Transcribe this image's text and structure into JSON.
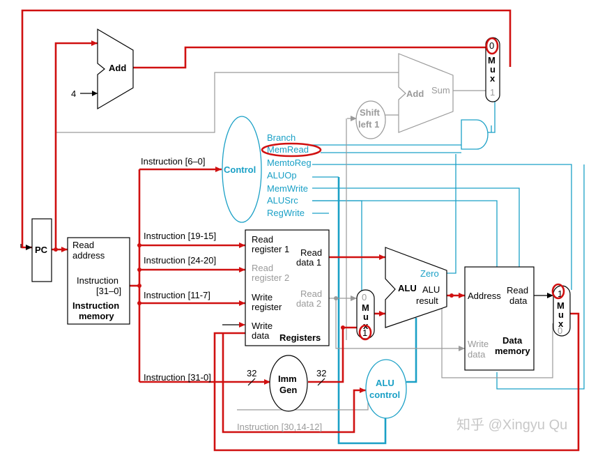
{
  "blocks": {
    "pc": "PC",
    "adder_top": "Add",
    "adder_top_input": "4",
    "branch_adder": "Add",
    "branch_adder_out": "Sum",
    "shift": [
      "Shift",
      "left 1"
    ],
    "control": "Control",
    "alu": "ALU",
    "alu_zero": "Zero",
    "alu_result": [
      "ALU",
      "result"
    ],
    "alu_control": [
      "ALU",
      "control"
    ],
    "imm_gen": [
      "Imm",
      "Gen"
    ],
    "imm_width_in": "32",
    "imm_width_out": "32"
  },
  "instruction_memory": {
    "read_address": [
      "Read",
      "address"
    ],
    "instruction": [
      "Instruction",
      "[31–0]"
    ],
    "title": [
      "Instruction",
      "memory"
    ]
  },
  "registers": {
    "read_reg1": [
      "Read",
      "register 1"
    ],
    "read_reg2": [
      "Read",
      "register 2"
    ],
    "write_reg": [
      "Write",
      "register"
    ],
    "write_data": [
      "Write",
      "data"
    ],
    "read_data1": [
      "Read",
      "data 1"
    ],
    "read_data2": [
      "Read",
      "data 2"
    ],
    "title": "Registers"
  },
  "data_memory": {
    "address": "Address",
    "read_data": [
      "Read",
      "data"
    ],
    "write_data": [
      "Write",
      "data"
    ],
    "title": [
      "Data",
      "memory"
    ]
  },
  "muxes": {
    "top": {
      "in0": "0",
      "in1": "1",
      "label": [
        "M",
        "u",
        "x"
      ]
    },
    "alu_src": {
      "in0": "0",
      "in1": "1",
      "label": [
        "M",
        "u",
        "x"
      ]
    },
    "mem_to_reg": {
      "in0": "1",
      "in1": "0",
      "label": [
        "M",
        "u",
        "x"
      ]
    }
  },
  "instruction_fields": [
    "Instruction [6–0]",
    "Instruction [19-15]",
    "Instruction [24-20]",
    "Instruction [11-7]",
    "Instruction [31-0]",
    "Instruction [30,14-12]"
  ],
  "control_signals": [
    "Branch",
    "MemRead",
    "MemtoReg",
    "ALUOp",
    "MemWrite",
    "ALUSrc",
    "RegWrite"
  ],
  "watermark": "知乎 @Xingyu Qu",
  "colors": {
    "highlight": "#d01010",
    "control": "#1aa0c6",
    "inactive": "#9a9a9a",
    "wire": "#000000"
  }
}
